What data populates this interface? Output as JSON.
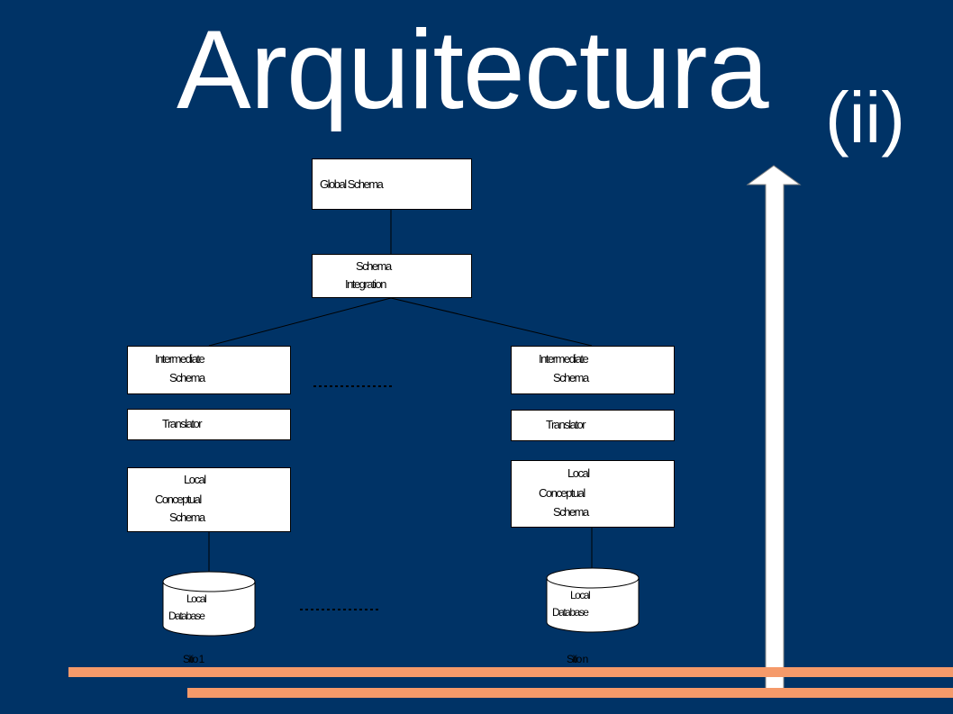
{
  "slide": {
    "title": "Arquitectura",
    "subtitle": "(ii)"
  },
  "diagram": {
    "global_schema": "Global Schema",
    "schema_integration": [
      "Schema",
      "Integration"
    ],
    "left": {
      "intermediate_schema": [
        "Intermediate",
        "Schema"
      ],
      "translator": "Translator",
      "local_conceptual_schema": [
        "Local",
        "Conceptual",
        "Schema"
      ],
      "local_database": [
        "Local",
        "Database"
      ],
      "site": "Sitio 1"
    },
    "right": {
      "intermediate_schema": [
        "Intermediate",
        "Schema"
      ],
      "translator": "Translator",
      "local_conceptual_schema": [
        "Local",
        "Conceptual",
        "Schema"
      ],
      "local_database": [
        "Local",
        "Database"
      ],
      "site": "Sitio n"
    }
  },
  "colors": {
    "background": "#003366",
    "accent_bars": "#f59a6a",
    "box_fill": "#ffffff"
  }
}
